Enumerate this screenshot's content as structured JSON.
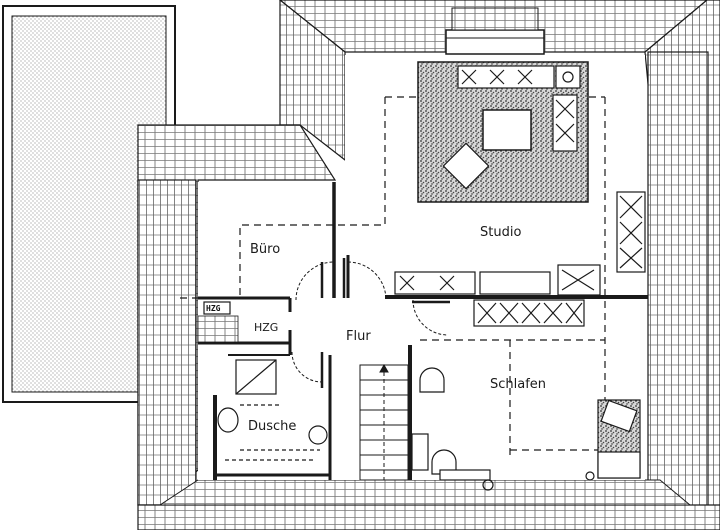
{
  "rooms": {
    "buero": "Büro",
    "studio": "Studio",
    "hzg": "HZG",
    "flur": "Flur",
    "schlafen": "Schlafen",
    "dusche": "Dusche"
  },
  "tags": {
    "heating_unit": "HZG"
  },
  "colors": {
    "line": "#1a1a1a",
    "background": "#ffffff",
    "stipple": "#888888"
  }
}
